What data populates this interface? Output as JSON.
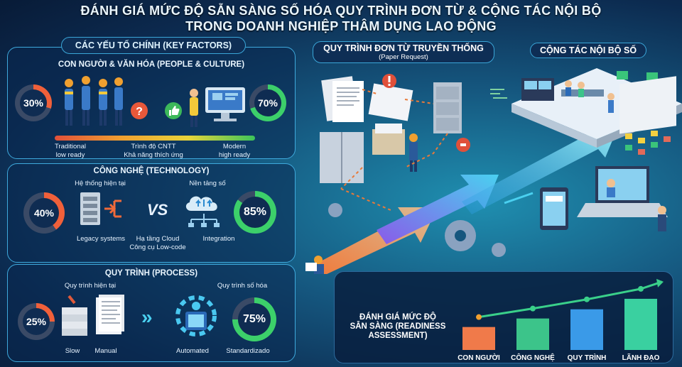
{
  "title": {
    "line1": "ĐÁNH GIÁ MỨC ĐỘ SẴN SÀNG SỐ HÓA QUY TRÌNH ĐƠN TỪ & CỘNG TÁC NỘI BỘ",
    "line2": "TRONG DOANH NGHIỆP THÂM DỤNG LAO ĐỘNG"
  },
  "key_factors": {
    "heading": "CÁC YẾU TỐ CHÍNH (KEY FACTORS)",
    "people": {
      "title": "CON NGƯỜI & VĂN HÓA (PEOPLE & CULTURE)",
      "left_pct": "30%",
      "left_value": 0.3,
      "right_pct": "70%",
      "right_value": 0.7,
      "scale_left": "Traditional\nlow ready",
      "scale_mid": "Trình độ CNTT\nKhả năng thích ứng",
      "scale_right": "Modern\nhigh ready"
    },
    "technology": {
      "title": "CÔNG NGHỆ (TECHNOLOGY)",
      "left_pct": "40%",
      "left_value": 0.4,
      "right_pct": "85%",
      "right_value": 0.85,
      "current_label": "Hệ thống hiện tại",
      "digital_label": "Nền tảng số",
      "vs": "VS",
      "legacy": "Legacy systems",
      "cloud": "Hạ tầng Cloud\nCông cụ Low-code",
      "integration": "Integration"
    },
    "process": {
      "title": "QUY TRÌNH (PROCESS)",
      "left_pct": "25%",
      "left_value": 0.25,
      "right_pct": "75%",
      "right_value": 0.75,
      "current_label": "Quy trình hiện tại",
      "digital_label": "Quy trình số hóa",
      "slow": "Slow",
      "manual": "Manual",
      "automated": "Automated",
      "standardized": "Standardizado"
    }
  },
  "traditional": {
    "title": "QUY TRÌNH ĐƠN TỪ TRUYỀN THỐNG",
    "subtitle": "(Paper Request)"
  },
  "collab": {
    "title": "CỘNG TÁC NỘI BỘ SỐ"
  },
  "assessment": {
    "title": "ĐÁNH GIÁ MỨC ĐỘ\nSẴN SÀNG (READINESS\nASSESSMENT)"
  },
  "chart_data": {
    "type": "bar",
    "categories": [
      "CON NGƯỜI",
      "CÔNG NGHỆ",
      "QUY TRÌNH",
      "LÃNH ĐẠO"
    ],
    "values": [
      35,
      48,
      62,
      78
    ],
    "title": "ĐÁNH GIÁ MỨC ĐỘ SẴN SÀNG (READINESS ASSESSMENT)",
    "xlabel": "",
    "ylabel": "",
    "ylim": [
      0,
      100
    ],
    "colors": [
      "#f07a4a",
      "#3cc48a",
      "#3a9ae8",
      "#3ad0a0"
    ]
  },
  "colors": {
    "accent": "#3ea9dc",
    "ring_low": "#f0603a",
    "ring_high": "#3cd06a",
    "bg": "#0c2a4f"
  }
}
